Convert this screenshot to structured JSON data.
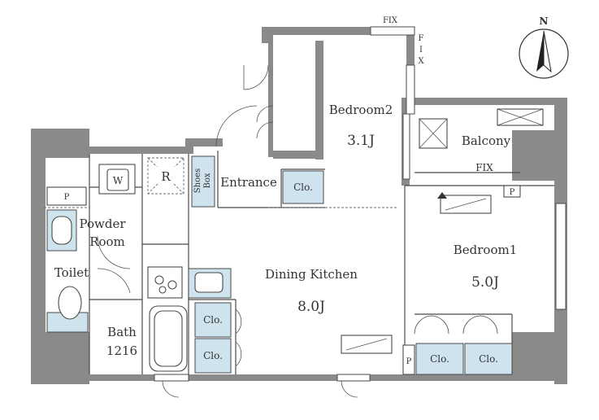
{
  "compass": {
    "north_label": "N"
  },
  "rooms": {
    "bedroom2": {
      "name": "Bedroom2",
      "size": "3.1J"
    },
    "bedroom1": {
      "name": "Bedroom1",
      "size": "5.0J"
    },
    "dining_kitchen": {
      "name": "Dining Kitchen",
      "size": "8.0J"
    },
    "balcony": {
      "name": "Balcony"
    },
    "entrance": {
      "name": "Entrance"
    },
    "powder_room": {
      "line1": "Powder",
      "line2": "Room"
    },
    "toilet": {
      "name": "Toilet"
    },
    "bath": {
      "line1": "Bath",
      "line2": "1216"
    }
  },
  "labels": {
    "fix_top": "FIX",
    "fix_side": [
      "F",
      "I",
      "X"
    ],
    "fix_balcony": "FIX",
    "shoes_box": [
      "Shoes",
      "Box"
    ],
    "washer": "W",
    "refrigerator": "R",
    "pipe": "P",
    "closet": "Clo."
  }
}
